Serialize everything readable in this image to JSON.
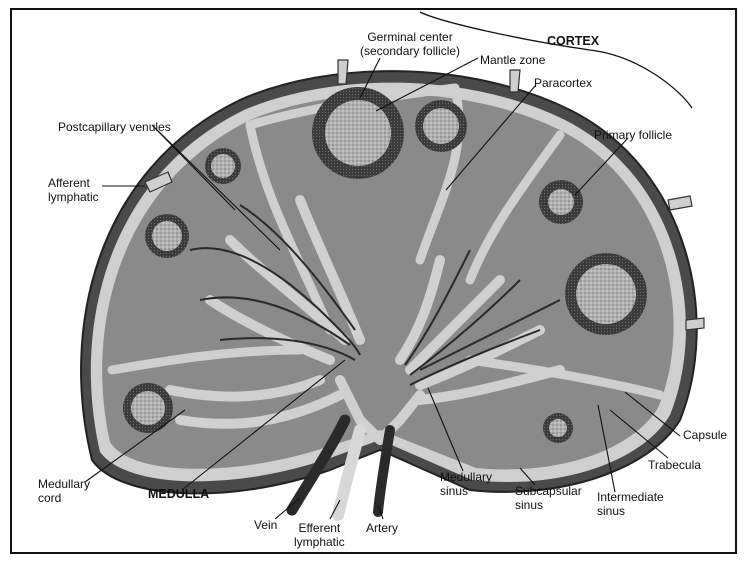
{
  "labels": {
    "germinal_center": "Germinal center\n(secondary follicle)",
    "mantle_zone": "Mantle zone",
    "cortex": "CORTEX",
    "paracortex": "Paracortex",
    "postcapillary_venules": "Postcapillary venules",
    "primary_follicle": "Primary follicle",
    "afferent_lymphatic": "Afferent\nlymphatic",
    "capsule": "Capsule",
    "trabecula": "Trabecula",
    "medullary_cord": "Medullary\ncord",
    "medulla": "MEDULLA",
    "vein": "Vein",
    "efferent_lymphatic": "Efferent\nlymphatic",
    "artery": "Artery",
    "medullary_sinus": "Medullary\nsinus",
    "subcapsular_sinus": "Subcapsular\nsinus",
    "intermediate_sinus": "Intermediate\nsinus"
  },
  "colors": {
    "capsule": "#4a4a4a",
    "cortex_fill": "#8a8a8a",
    "sinus": "#cfcfcf",
    "follicle_ring": "#3a3a3a",
    "follicle_center": "#b5b5b5",
    "vessel": "#2a2a2a",
    "efferent": "#d8d8d8"
  }
}
